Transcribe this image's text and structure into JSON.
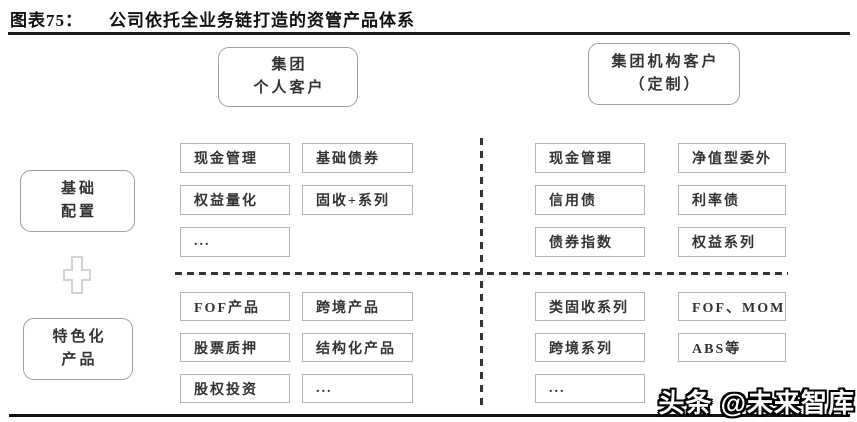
{
  "header": {
    "label": "图表75：",
    "title": "公司依托全业务链打造的资管产品体系"
  },
  "top_nodes": {
    "personal": {
      "line1": "集团",
      "line2": "个人客户"
    },
    "institutional": {
      "line1": "集团机构客户",
      "line2": "（定制）"
    }
  },
  "side_nodes": {
    "basic": {
      "line1": "基础",
      "line2": "配置"
    },
    "special": {
      "line1": "特色化",
      "line2": "产品"
    }
  },
  "icons": {
    "plus": "plus-connector-icon"
  },
  "quadrants": {
    "personal_basic": {
      "cells": [
        "现金管理",
        "基础债券",
        "权益量化",
        "固收+系列",
        "..."
      ]
    },
    "institutional_basic": {
      "cells": [
        "现金管理",
        "净值型委外",
        "信用债",
        "利率债",
        "债券指数",
        "权益系列"
      ]
    },
    "personal_special": {
      "cells": [
        "FOF产品",
        "跨境产品",
        "股票质押",
        "结构化产品",
        "股权投资",
        "..."
      ]
    },
    "institutional_special": {
      "cells": [
        "类固收系列",
        "FOF、MOM",
        "跨境系列",
        "ABS等",
        "..."
      ]
    }
  },
  "watermark": "头条 @未来智库",
  "colors": {
    "cell_border": "#b5b5b5",
    "node_border": "#9f9f9f",
    "dash": "#333333",
    "rule": "#111111",
    "text": "#333333"
  }
}
